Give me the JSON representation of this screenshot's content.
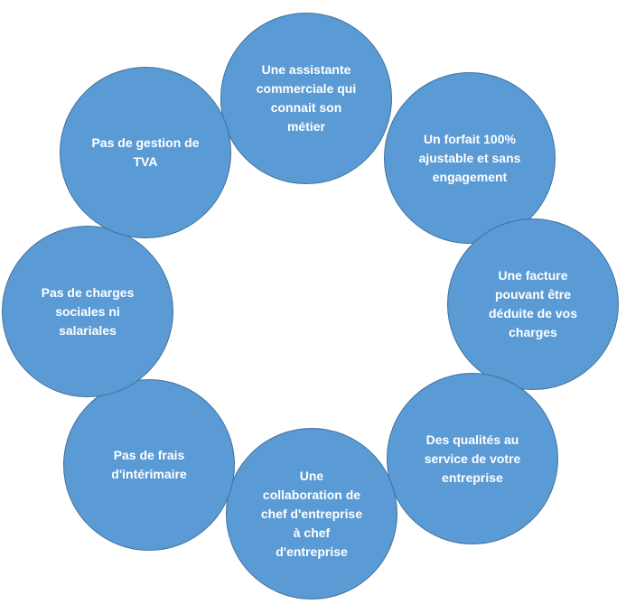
{
  "diagram": {
    "fill_color": "#5b9bd5",
    "border_color": "#41719c",
    "text_color": "#ffffff",
    "nodes": [
      {
        "label": "Une assistante\ncommerciale qui\nconnait son\nmétier"
      },
      {
        "label": "Un forfait 100%\najustable et sans\nengagement"
      },
      {
        "label": "Une facture\npouvant être\ndéduite de vos\ncharges"
      },
      {
        "label": "Des qualités au\nservice de votre\nentreprise"
      },
      {
        "label": "Une\ncollaboration de\nchef d'entreprise\nà chef\nd'entreprise"
      },
      {
        "label": "Pas de frais\nd'intérimaire"
      },
      {
        "label": "Pas de charges\nsociales ni\nsalariales"
      },
      {
        "label": "Pas de gestion de\nTVA"
      }
    ]
  }
}
